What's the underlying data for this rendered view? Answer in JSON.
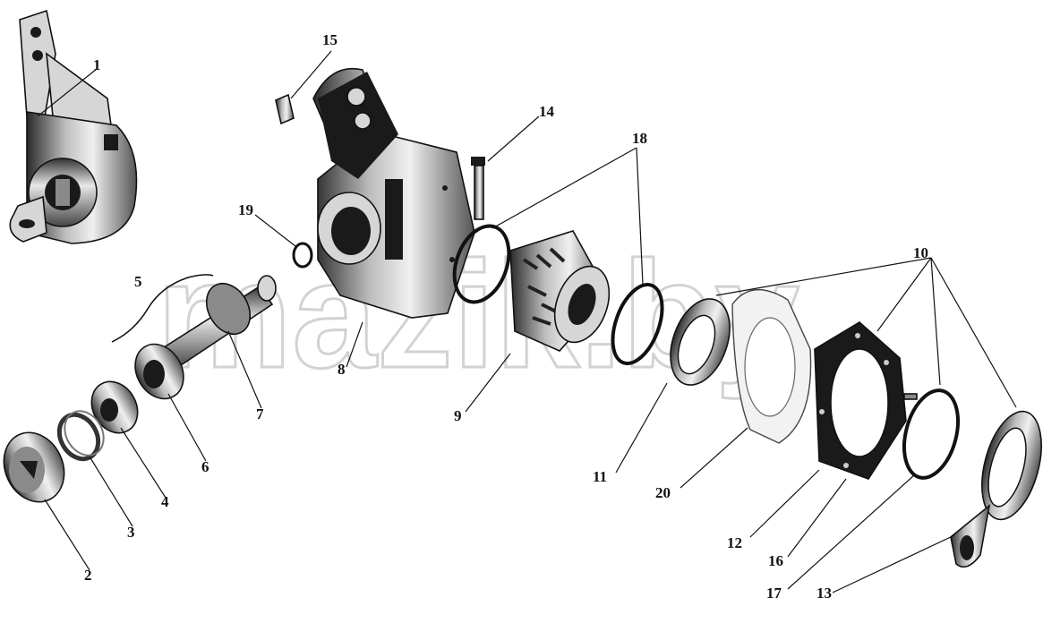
{
  "watermark": "mazik.by",
  "callouts": {
    "c1": "1",
    "c2": "2",
    "c3": "3",
    "c4": "4",
    "c5": "5",
    "c6": "6",
    "c7": "7",
    "c8": "8",
    "c9": "9",
    "c10": "10",
    "c11": "11",
    "c12": "12",
    "c13": "13",
    "c14": "14",
    "c15": "15",
    "c16": "16",
    "c17": "17",
    "c18": "18",
    "c19": "19",
    "c20": "20"
  }
}
